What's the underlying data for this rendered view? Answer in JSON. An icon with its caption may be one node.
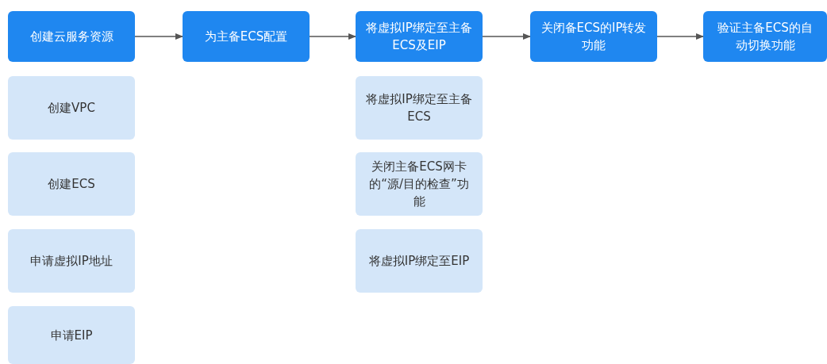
{
  "diagram": {
    "nodes": [
      {
        "text": [
          "创建云服务资源"
        ]
      },
      {
        "text": [
          "为主备ECS配置"
        ]
      },
      {
        "text": [
          "将虚拟IP绑定至主备ECS及EIP"
        ]
      },
      {
        "text": [
          "关闭备ECS的IP转发功能"
        ]
      },
      {
        "text": [
          "验证主备ECS的自动切换功能"
        ]
      },
      {
        "text": [
          "创建VPC"
        ]
      },
      {
        "text": [
          "创建ECS"
        ]
      },
      {
        "text": [
          "申请虚拟IP地址"
        ]
      },
      {
        "text": [
          "申请EIP"
        ]
      },
      {
        "text": [
          "将虚拟IP绑定至主备ECS"
        ]
      },
      {
        "text": [
          "关闭主备ECS网卡的“源/目的检查”功能"
        ]
      },
      {
        "text": [
          "将虚拟IP绑定至EIP"
        ]
      }
    ],
    "edges": [
      {
        "from": 0,
        "to": 1,
        "arrow": "to"
      },
      {
        "from": 1,
        "to": 2,
        "arrow": "to"
      },
      {
        "from": 2,
        "to": 3,
        "arrow": "to"
      },
      {
        "from": 3,
        "to": 4,
        "arrow": "to"
      }
    ]
  }
}
